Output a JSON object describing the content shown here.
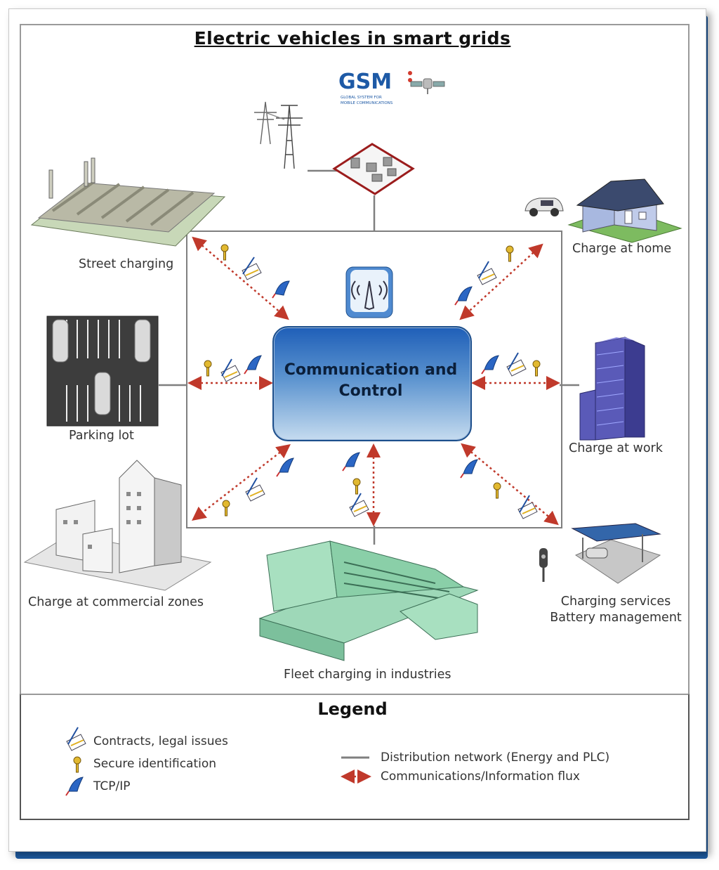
{
  "title": "Electric vehicles in smart grids",
  "gsm": {
    "logo_text": "GSM",
    "logo_subtitle_line1": "GLOBAL SYSTEM FOR",
    "logo_subtitle_line2": "MOBILE COMMUNICATIONS"
  },
  "center": {
    "line1": "Communication and",
    "line2": "Control"
  },
  "nodes": {
    "street_charging": "Street charging",
    "charge_at_home": "Charge at home",
    "parking_lot": "Parking lot",
    "charge_at_work": "Charge at work",
    "commercial": "Charge at commercial zones",
    "charging_services_1": "Charging services",
    "charging_services_2": "Battery management",
    "fleet": "Fleet charging in industries"
  },
  "legend": {
    "title": "Legend",
    "contracts": "Contracts, legal issues",
    "secure_id": "Secure identification",
    "tcpip": "TCP/IP",
    "distribution": "Distribution network (Energy and PLC)",
    "flux": "Communications/Information flux"
  },
  "colors": {
    "frame_shadow": "#1f5fa8",
    "arrow": "#c0392b",
    "line": "#7f7f7f",
    "box_top": "#1f5fb8",
    "box_bottom": "#c5dbef"
  }
}
